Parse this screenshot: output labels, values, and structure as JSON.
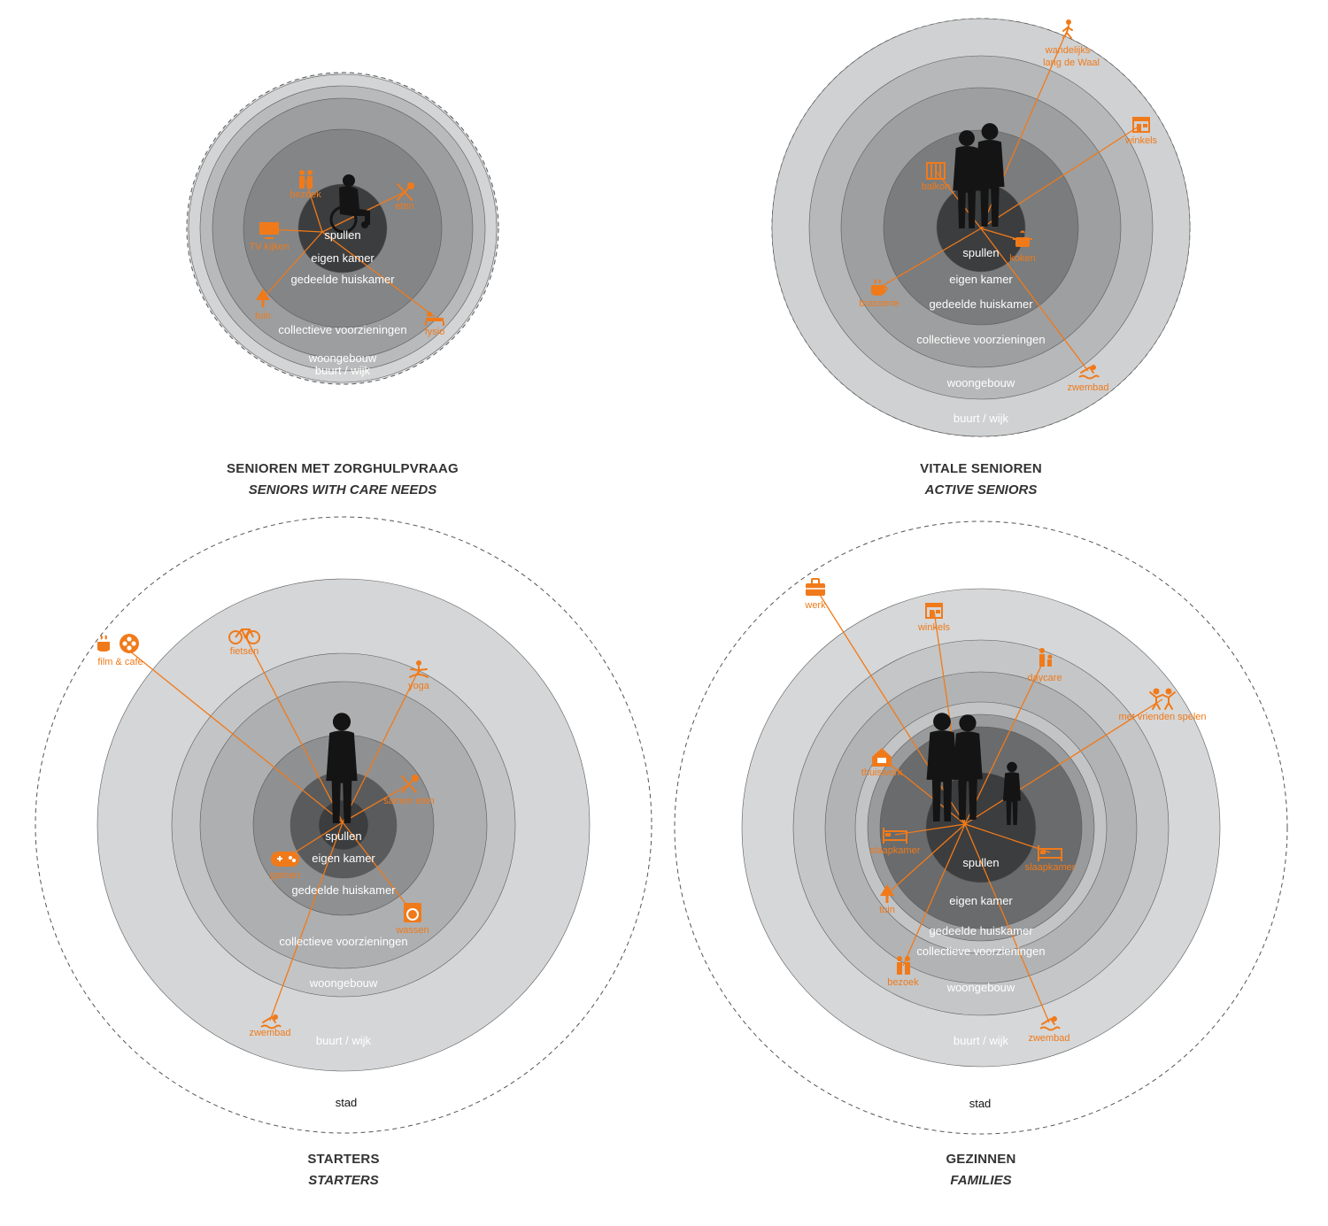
{
  "colors": {
    "accent": "#f07a1a",
    "ring_outer": "#e0e1e2",
    "ring_core": "#3c3d3e",
    "silhouette": "#141414"
  },
  "diagrams": [
    {
      "id": "seniors-care",
      "caption_nl": "SENIOREN MET ZORGHULPVRAAG",
      "caption_en": "SENIORS WITH CARE NEEDS",
      "rings": [
        "buurt / wijk",
        "woongebouw",
        "collectieve voorzieningen",
        "gedeelde huiskamer",
        "eigen kamer",
        "spullen"
      ],
      "outer_label": "",
      "activities": [
        {
          "label": "bezoek",
          "icon": "visit-icon"
        },
        {
          "label": "eten",
          "icon": "fork-knife-icon"
        },
        {
          "label": "TV kijken",
          "icon": "tv-icon"
        },
        {
          "label": "tuin",
          "icon": "tree-icon"
        },
        {
          "label": "fysio",
          "icon": "massage-icon"
        }
      ]
    },
    {
      "id": "active-seniors",
      "caption_nl": "VITALE SENIOREN",
      "caption_en": "ACTIVE SENIORS",
      "rings": [
        "buurt / wijk",
        "woongebouw",
        "collectieve voorzieningen",
        "gedeelde huiskamer",
        "eigen kamer",
        "spullen"
      ],
      "outer_label": "",
      "activities": [
        {
          "label": "wandelijks",
          "label2": "lang de Waal",
          "icon": "walking-icon"
        },
        {
          "label": "winkels",
          "icon": "shop-icon"
        },
        {
          "label": "balkon",
          "icon": "balcony-icon"
        },
        {
          "label": "koken",
          "icon": "pot-icon"
        },
        {
          "label": "brasserie",
          "icon": "coffee-icon"
        },
        {
          "label": "zwembad",
          "icon": "swimmer-icon"
        }
      ]
    },
    {
      "id": "starters",
      "caption_nl": "STARTERS",
      "caption_en": "STARTERS",
      "rings": [
        "buurt / wijk",
        "woongebouw",
        "collectieve voorzieningen",
        "gedeelde huiskamer",
        "eigen kamer",
        "spullen"
      ],
      "outer_label": "stad",
      "activities": [
        {
          "label": "film & cafe",
          "icon": "film-coffee-icon"
        },
        {
          "label": "fietsen",
          "icon": "bicycle-icon"
        },
        {
          "label": "yoga",
          "icon": "yoga-icon"
        },
        {
          "label": "samen eten",
          "icon": "fork-knife-icon"
        },
        {
          "label": "gamen",
          "icon": "gamepad-icon"
        },
        {
          "label": "wassen",
          "icon": "washing-machine-icon"
        },
        {
          "label": "zwembad",
          "icon": "swimmer-icon"
        }
      ]
    },
    {
      "id": "families",
      "caption_nl": "GEZINNEN",
      "caption_en": "FAMILIES",
      "rings": [
        "buurt / wijk",
        "woongebouw",
        "collectieve voorzieningen",
        "gedeelde huiskamer",
        "eigen kamer",
        "spullen"
      ],
      "outer_label": "stad",
      "activities": [
        {
          "label": "werk",
          "icon": "briefcase-icon"
        },
        {
          "label": "winkels",
          "icon": "shop-icon"
        },
        {
          "label": "daycare",
          "icon": "daycare-icon"
        },
        {
          "label": "met vrienden spelen",
          "icon": "kids-icon"
        },
        {
          "label": "thuiswerk",
          "icon": "home-office-icon"
        },
        {
          "label": "slaapkamer",
          "icon": "bed-icon"
        },
        {
          "label": "slaapkamer",
          "icon": "bed-icon"
        },
        {
          "label": "tuin",
          "icon": "tree-icon"
        },
        {
          "label": "bezoek",
          "icon": "visit-icon"
        },
        {
          "label": "zwembad",
          "icon": "swimmer-icon"
        }
      ]
    }
  ]
}
